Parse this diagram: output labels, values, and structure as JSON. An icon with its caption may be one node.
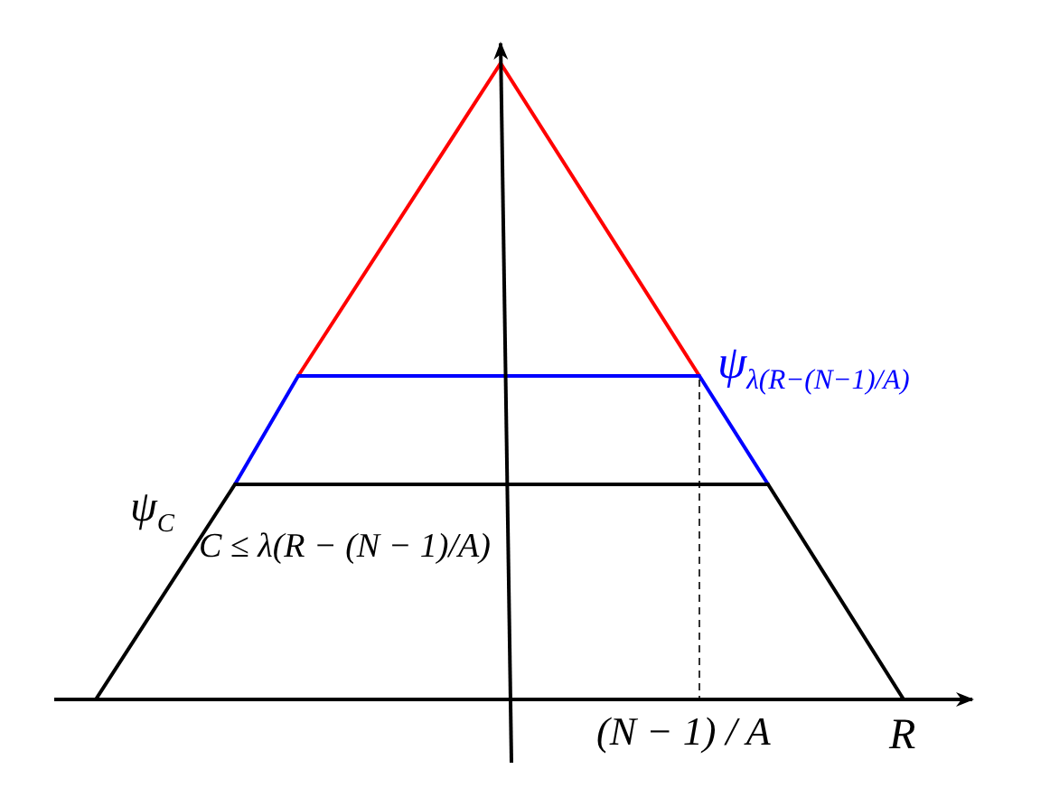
{
  "diagram": {
    "labels": [
      "ψ$_{λ(R−(N−1)/A)}$",
      "ψ$_{C}$",
      "C ≤ λ(R − (N − 1)/A)",
      "(N − 1) / A",
      "R"
    ]
  }
}
